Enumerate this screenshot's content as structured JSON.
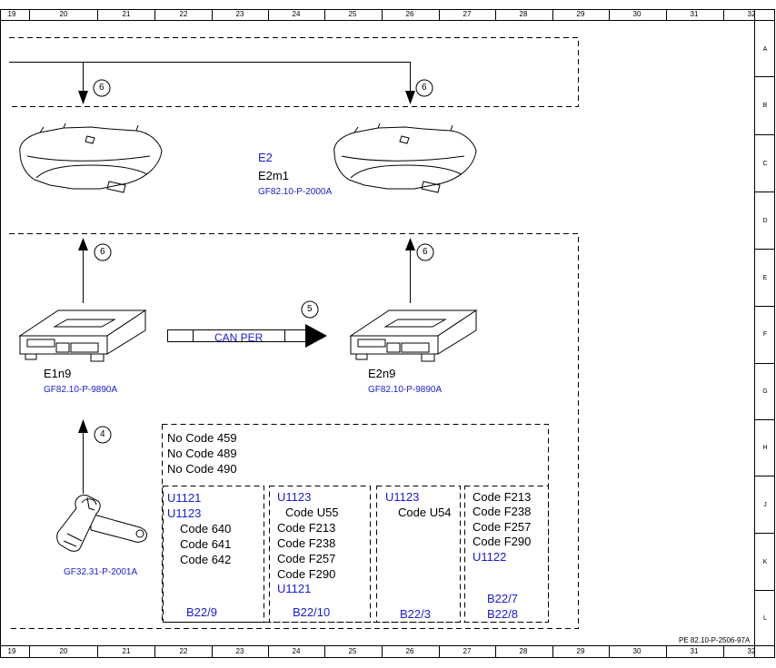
{
  "columns_top": [
    "19",
    "20",
    "21",
    "22",
    "23",
    "24",
    "25",
    "26",
    "27",
    "28",
    "29",
    "30",
    "31",
    "32"
  ],
  "columns_bottom": [
    "19",
    "20",
    "21",
    "22",
    "23",
    "24",
    "25",
    "26",
    "27",
    "28",
    "29",
    "30",
    "31",
    "32"
  ],
  "rows": [
    "A",
    "B",
    "C",
    "D",
    "E",
    "F",
    "G",
    "H",
    "J",
    "K",
    "L"
  ],
  "arrow_numbers": {
    "top_left": "6",
    "top_right": "6",
    "mid_left": "6",
    "mid_right": "6",
    "can": "5",
    "switch": "4"
  },
  "headlamp": {
    "name1": "E2",
    "name2": "E2m1",
    "ref": "GF82.10-P-2000A"
  },
  "module_left": {
    "name": "E1n9",
    "ref": "GF82.10-P-9890A"
  },
  "module_right": {
    "name": "E2n9",
    "ref": "GF82.10-P-9890A"
  },
  "bus": {
    "label": "CAN PER"
  },
  "switch": {
    "ref": "GF32.31-P-2001A"
  },
  "codes_header": [
    "No Code 459",
    "No Code 489",
    "No Code 490"
  ],
  "box1": {
    "blue": [
      "U1121",
      "U1123"
    ],
    "codes": [
      "Code 640",
      "Code 641",
      "Code 642"
    ],
    "footer": "B22/9"
  },
  "box2": {
    "blue_top": "U1123",
    "codes": [
      "Code U55",
      "Code F213",
      "Code F238",
      "Code F257",
      "Code F290"
    ],
    "blue_bottom": "U1121",
    "footer": "B22/10"
  },
  "box3": {
    "blue_top": "U1123",
    "codes": [
      "Code U54"
    ],
    "footer": "B22/3"
  },
  "box4": {
    "codes": [
      "Code F213",
      "Code F238",
      "Code F257",
      "Code F290"
    ],
    "blue": "U1122",
    "footer1": "B22/7",
    "footer2": "B22/8"
  },
  "doc_ref": "PE 82.10-P-2506-97A"
}
